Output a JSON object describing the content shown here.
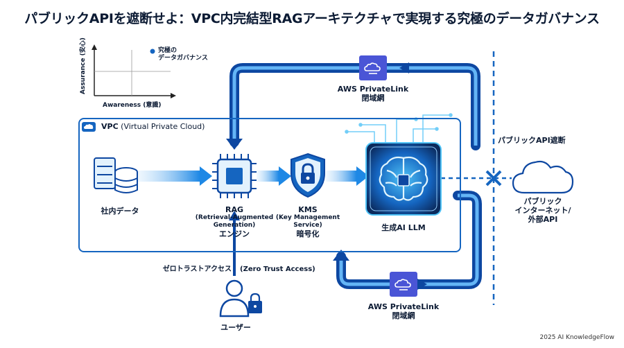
{
  "title": "パブリックAPIを遮断せよ：VPC内完結型RAGアーキテクチャで実現する究極のデータガバナンス",
  "quadrant": {
    "x_axis_label": "Awareness (意識)",
    "y_axis_label": "Assurance (安心)",
    "legend_label_line1": "究極の",
    "legend_label_line2": "データガバナンス"
  },
  "vpc": {
    "label_bold": "VPC",
    "label_rest": " (Virtual Private Cloud)"
  },
  "nodes": {
    "internal_data": "社内データ",
    "rag_line1": "RAG",
    "rag_line2": "(Retrieval-Augmented",
    "rag_line3": "Generation)",
    "rag_line4": "エンジン",
    "kms_line1": "KMS",
    "kms_line2": "(Key Management",
    "kms_line3": "Service)",
    "kms_line4": "暗号化",
    "llm": "生成AI LLM",
    "privatelink_top_line1": "AWS PrivateLink",
    "privatelink_top_line2": "閉域網",
    "privatelink_bottom_line1": "AWS PrivateLink",
    "privatelink_bottom_line2": "閉域網",
    "public_block": "パブリックAPI遮断",
    "internet_line1": "パブリック",
    "internet_line2": "インターネット/",
    "internet_line3": "外部API",
    "zero_trust_jp": "ゼロトラストアクセス",
    "zero_trust_en": "(Zero Trust Access)",
    "user": "ユーザー"
  },
  "footer": "2025 AI KnowledgeFlow",
  "colors": {
    "primary": "#1565c0",
    "accent": "#1e88e5",
    "dark": "#0b1a33",
    "glow": "#4fc3f7"
  }
}
